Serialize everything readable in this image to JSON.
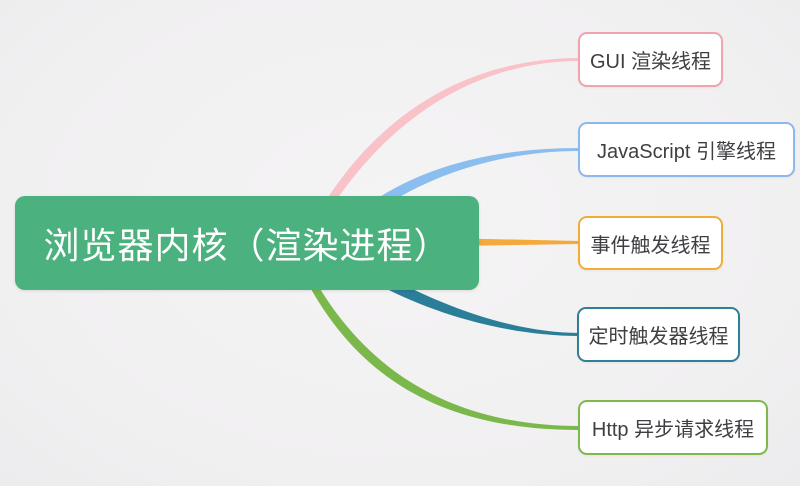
{
  "canvas": {
    "background_color": "#f1f0f1"
  },
  "root_topic": {
    "label": "浏览器内核（渲染进程）",
    "fill_color": "#4bb17e",
    "text_color": "#ffffff"
  },
  "branches": [
    {
      "label": "GUI 渲染线程",
      "line_color": "#f8c2c8",
      "border_color": "#f2a3ac"
    },
    {
      "label": "JavaScript 引擎线程",
      "line_color": "#8cbdef",
      "border_color": "#8cb9ec"
    },
    {
      "label": "事件触发线程",
      "line_color": "#f4a93a",
      "border_color": "#f0ad38"
    },
    {
      "label": "定时触发器线程",
      "line_color": "#2b7e98",
      "border_color": "#2f7f99"
    },
    {
      "label": "Http 异步请求线程",
      "line_color": "#7bb84c",
      "border_color": "#7cb94e"
    }
  ]
}
